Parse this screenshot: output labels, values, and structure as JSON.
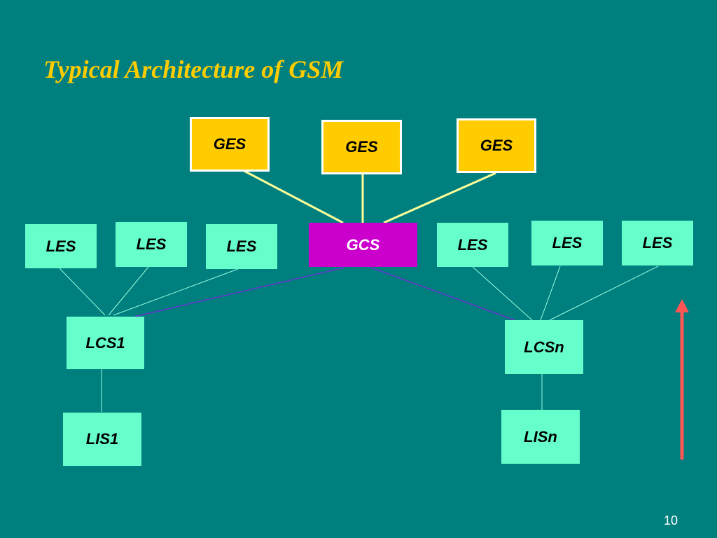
{
  "slide": {
    "title": "Typical Architecture of GSM",
    "page_number": "10"
  },
  "nodes": {
    "ges_1": "GES",
    "ges_2": "GES",
    "ges_3": "GES",
    "gcs": "GCS",
    "les_1": "LES",
    "les_2": "LES",
    "les_3": "LES",
    "les_4": "LES",
    "les_5": "LES",
    "les_6": "LES",
    "lcs_1": "LCS1",
    "lcs_n": "LCSn",
    "lis_1": "LIS1",
    "lis_n": "LISn"
  },
  "colors": {
    "background": "#007f7f",
    "title": "#ffcc00",
    "ges_fill": "#ffcc00",
    "station_fill": "#66ffcc",
    "gcs_fill": "#cc00cc",
    "ges_link": "#ffff99",
    "local_link": "#99ffdd",
    "gcs_link": "#6633cc",
    "arrow": "#ff5555"
  }
}
